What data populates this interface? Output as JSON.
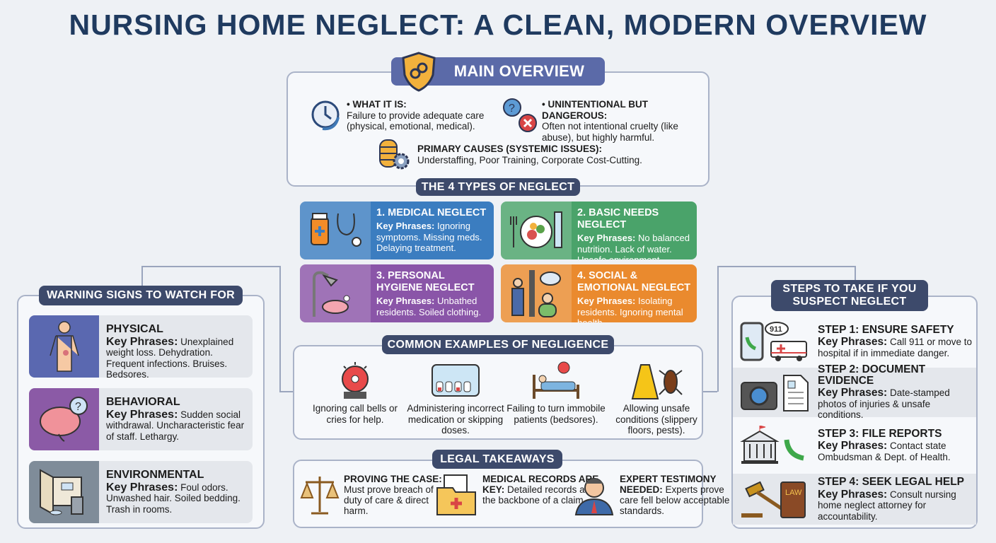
{
  "title": "NURSING HOME NEGLECT: A CLEAN, MODERN OVERVIEW",
  "overview": {
    "header": "MAIN OVERVIEW",
    "what_it_is": {
      "label": "• WHAT IT IS:",
      "text": "Failure to provide adequate care (physical, emotional, medical)."
    },
    "unintentional": {
      "label": "• UNINTENTIONAL BUT DANGEROUS:",
      "text": "Often not intentional cruelty (like abuse), but highly harmful."
    },
    "causes": {
      "label": "PRIMARY CAUSES (SYSTEMIC ISSUES):",
      "text": "Understaffing, Poor Training, Corporate Cost-Cutting."
    }
  },
  "types": {
    "header": "THE 4 TYPES OF NEGLECT",
    "items": [
      {
        "title": "1. MEDICAL NEGLECT",
        "key": "Key Phrases:",
        "text": " Ignoring symptoms. Missing meds. Delaying treatment.",
        "color": "#3b7dc0",
        "icon": "medicine-stethoscope-icon"
      },
      {
        "title": "2. BASIC NEEDS NEGLECT",
        "key": "Key Phrases:",
        "text": " No balanced nutrition. Lack of water. Unsafe environment.",
        "color": "#4aa36a",
        "icon": "meal-plate-icon"
      },
      {
        "title": "3. PERSONAL HYGIENE NEGLECT",
        "key": "Key Phrases:",
        "text": " Unbathed residents. Soiled clothing.",
        "color": "#8a55a8",
        "icon": "shower-soap-icon"
      },
      {
        "title": "4. SOCIAL & EMOTIONAL NEGLECT",
        "key": "Key Phrases:",
        "text": " Isolating residents. Ignoring mental health.",
        "color": "#ea8a2e",
        "icon": "isolated-people-icon"
      }
    ]
  },
  "warning": {
    "header": "WARNING SIGNS TO WATCH FOR",
    "items": [
      {
        "title": "PHYSICAL",
        "key": "Key Phrases:",
        "text": " Unexplained weight loss. Dehydration. Frequent infections. Bruises. Bedsores.",
        "color": "#5a68b0",
        "icon": "body-icon"
      },
      {
        "title": "BEHAVIORAL",
        "key": "Key Phrases:",
        "text": " Sudden social withdrawal. Uncharacteristic fear of staff. Lethargy.",
        "color": "#8b5aa6",
        "icon": "brain-question-icon"
      },
      {
        "title": "ENVIRONMENTAL",
        "key": "Key Phrases:",
        "text": " Foul odors. Unwashed hair. Soiled bedding. Trash in rooms.",
        "color": "#7f8c99",
        "icon": "dirty-room-icon"
      }
    ]
  },
  "examples": {
    "header": "COMMON EXAMPLES OF NEGLIGENCE",
    "items": [
      {
        "text": "Ignoring call bells or cries for help.",
        "icon": "bell-icon"
      },
      {
        "text": "Administering incorrect medication or skipping doses.",
        "icon": "pill-organizer-icon"
      },
      {
        "text": "Failing to turn immobile patients (bedsores).",
        "icon": "patient-bed-icon"
      },
      {
        "text": "Allowing unsafe conditions (slippery floors, pests).",
        "icon": "wet-floor-pest-icon"
      }
    ]
  },
  "legal": {
    "header": "LEGAL TAKEAWAYS",
    "items": [
      {
        "label": "PROVING THE CASE:",
        "text": " Must prove breach of duty of care & direct harm.",
        "icon": "scales-icon"
      },
      {
        "label": "MEDICAL RECORDS ARE KEY:",
        "text": " Detailed records are the backbone of a claim.",
        "icon": "records-folder-icon"
      },
      {
        "label": "EXPERT TESTIMONY NEEDED:",
        "text": " Experts prove care fell below acceptable standards.",
        "icon": "expert-icon"
      }
    ]
  },
  "steps": {
    "header": "STEPS TO TAKE IF YOU SUSPECT NEGLECT",
    "items": [
      {
        "title": "STEP 1: ENSURE SAFETY",
        "key": "Key Phrases:",
        "text": " Call 911 or move to hospital if in immediate danger.",
        "icon": "phone-ambulance-icon",
        "badge": "911"
      },
      {
        "title": "STEP 2: DOCUMENT EVIDENCE",
        "key": "Key Phrases:",
        "text": " Date-stamped photos of injuries & unsafe conditions.",
        "icon": "camera-document-icon"
      },
      {
        "title": "STEP 3: FILE REPORTS",
        "key": "Key Phrases:",
        "text": " Contact state Ombudsman & Dept. of Health.",
        "icon": "government-phone-icon"
      },
      {
        "title": "STEP 4: SEEK LEGAL HELP",
        "key": "Key Phrases:",
        "text": " Consult nursing home neglect attorney for accountability.",
        "icon": "gavel-lawbook-icon",
        "badge": "LAW"
      }
    ]
  },
  "colors": {
    "title": "#1f3a5f",
    "pill": "#3d4a6b",
    "overview_pill": "#5b6aa8"
  }
}
